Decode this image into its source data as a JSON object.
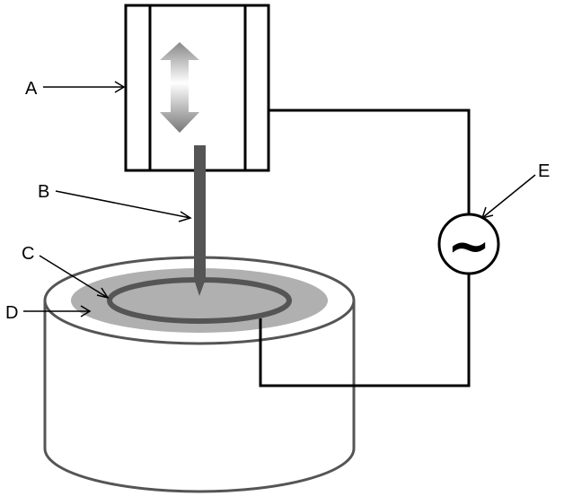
{
  "labels": {
    "a": "A",
    "b": "B",
    "c": "C",
    "d": "D",
    "e": "E"
  },
  "source_symbol": "~",
  "colors": {
    "stroke": "#000000",
    "electrode": "#555555",
    "ring": "#555555",
    "liquid": "#b0b0b0",
    "vessel_fill": "#ffffff",
    "arrow_light": "#ffffff",
    "arrow_dark": "#666666"
  },
  "icons": {
    "motion": "double-arrow-vertical-icon",
    "source": "ac-source-icon"
  }
}
